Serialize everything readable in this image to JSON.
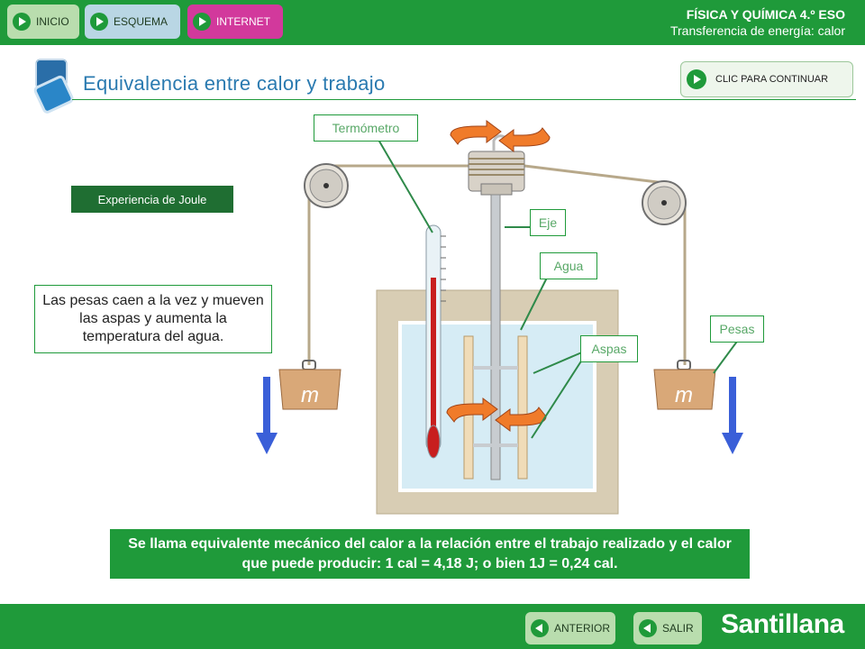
{
  "header": {
    "nav": [
      "INICIO",
      "ESQUEMA",
      "INTERNET"
    ],
    "course": "FÍSICA Y QUÍMICA 4.º ESO",
    "unit": "Transferencia de energía: calor"
  },
  "title": "Equivalencia entre calor y trabajo",
  "continue_label": "CLIC PARA CONTINUAR",
  "experience_label": "Experiencia de Joule",
  "description": "Las pesas caen a la vez y mueven las aspas y aumenta la temperatura del agua.",
  "labels": {
    "termometro": "Termómetro",
    "eje": "Eje",
    "agua": "Agua",
    "aspas": "Aspas",
    "pesas": "Pesas"
  },
  "mass_symbol": "m",
  "note": "Se llama equivalente mecánico del calor a la relación entre el trabajo realizado y el calor que puede producir: 1 cal = 4,18 J; o bien 1J = 0,24 cal.",
  "footer": {
    "prev": "ANTERIOR",
    "exit": "SALIR",
    "brand": "Santillana"
  },
  "colors": {
    "brand_green": "#1f9a3a",
    "title_blue": "#2a7ab0",
    "internet_magenta": "#d2399c"
  }
}
